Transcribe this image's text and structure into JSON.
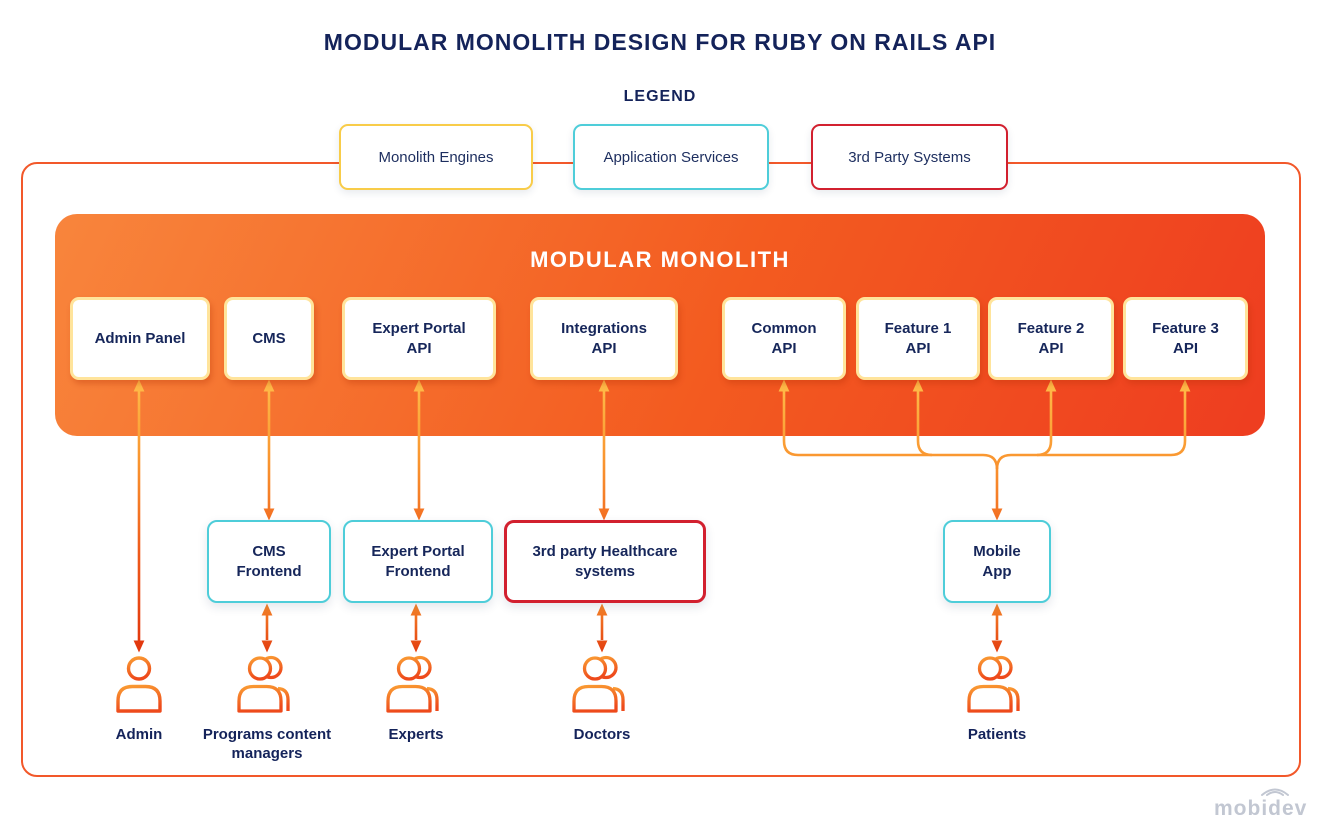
{
  "page": {
    "title": "MODULAR MONOLITH DESIGN FOR RUBY ON RAILS API"
  },
  "legend": {
    "heading": "LEGEND",
    "items": [
      {
        "label": "Monolith Engines",
        "type": "monolith-engine"
      },
      {
        "label": "Application Services",
        "type": "application-service"
      },
      {
        "label": "3rd Party Systems",
        "type": "third-party-system"
      }
    ]
  },
  "monolith": {
    "title": "MODULAR MONOLITH",
    "modules": [
      {
        "label": "Admin Panel"
      },
      {
        "label": "CMS"
      },
      {
        "label": "Expert Portal\nAPI"
      },
      {
        "label": "Integrations\nAPI"
      },
      {
        "label": "Common\nAPI"
      },
      {
        "label": "Feature 1\nAPI"
      },
      {
        "label": "Feature 2\nAPI"
      },
      {
        "label": "Feature 3\nAPI"
      }
    ]
  },
  "services": [
    {
      "label": "CMS\nFrontend",
      "type": "application-service"
    },
    {
      "label": "Expert Portal\nFrontend",
      "type": "application-service"
    },
    {
      "label": "3rd party Healthcare\nsystems",
      "type": "third-party-system"
    },
    {
      "label": "Mobile\nApp",
      "type": "application-service"
    }
  ],
  "users": [
    {
      "label": "Admin",
      "icon": "person-icon"
    },
    {
      "label": "Programs content\nmanagers",
      "icon": "people-icon"
    },
    {
      "label": "Experts",
      "icon": "people-icon"
    },
    {
      "label": "Doctors",
      "icon": "people-icon"
    },
    {
      "label": "Patients",
      "icon": "people-icon"
    }
  ],
  "footer": {
    "brand": "mobidev"
  },
  "colors": {
    "frame_orange": "#F2582A",
    "monolith_gradient_start": "#F8853C",
    "monolith_gradient_end": "#EE3D20",
    "module_border": "#FFE49B",
    "legend_engine_border": "#F8CC49",
    "service_border": "#4ECDD9",
    "third_party_border": "#D2202F",
    "text_navy": "#16265A",
    "arrow_yellow": "#FFC24D",
    "arrow_red": "#E0320B",
    "brand_gray": "#C2C7D2"
  }
}
